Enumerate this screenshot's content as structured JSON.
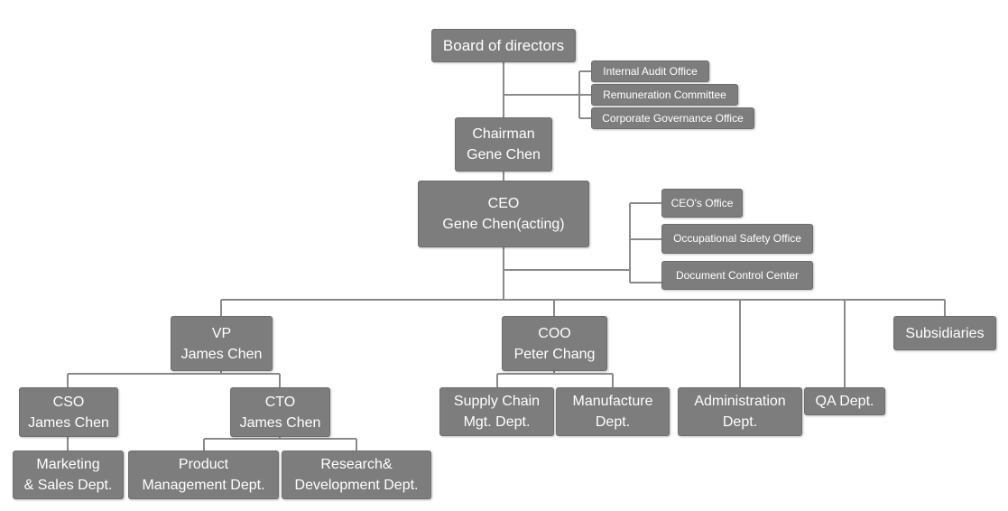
{
  "colors": {
    "box": "#7d7d7d",
    "text": "#ffffff",
    "line": "#8a8a8a"
  },
  "nodes": {
    "board": "Board of directors",
    "internal_audit": "Internal Audit Office",
    "remuneration": "Remuneration Committee",
    "governance": "Corporate Governance Office",
    "chairman": "Chairman\nGene Chen",
    "ceo": "CEO\nGene Chen(acting)",
    "ceo_office": "CEO's Office",
    "safety_office": "Occupational Safety Office",
    "doc_control": "Document Control Center",
    "vp": "VP\nJames Chen",
    "coo": "COO\nPeter Chang",
    "subsidiaries": "Subsidiaries",
    "cso": "CSO\nJames Chen",
    "cto": "CTO\nJames Chen",
    "supply_chain": "Supply  Chain\nMgt. Dept.",
    "manufacture": "Manufacture\nDept.",
    "administration": "Administration\nDept.",
    "qa": "QA Dept.",
    "marketing": "Marketing\n& Sales Dept.",
    "product_mgmt": "Product\nManagement Dept.",
    "rnd": "Research&\nDevelopment Dept."
  }
}
